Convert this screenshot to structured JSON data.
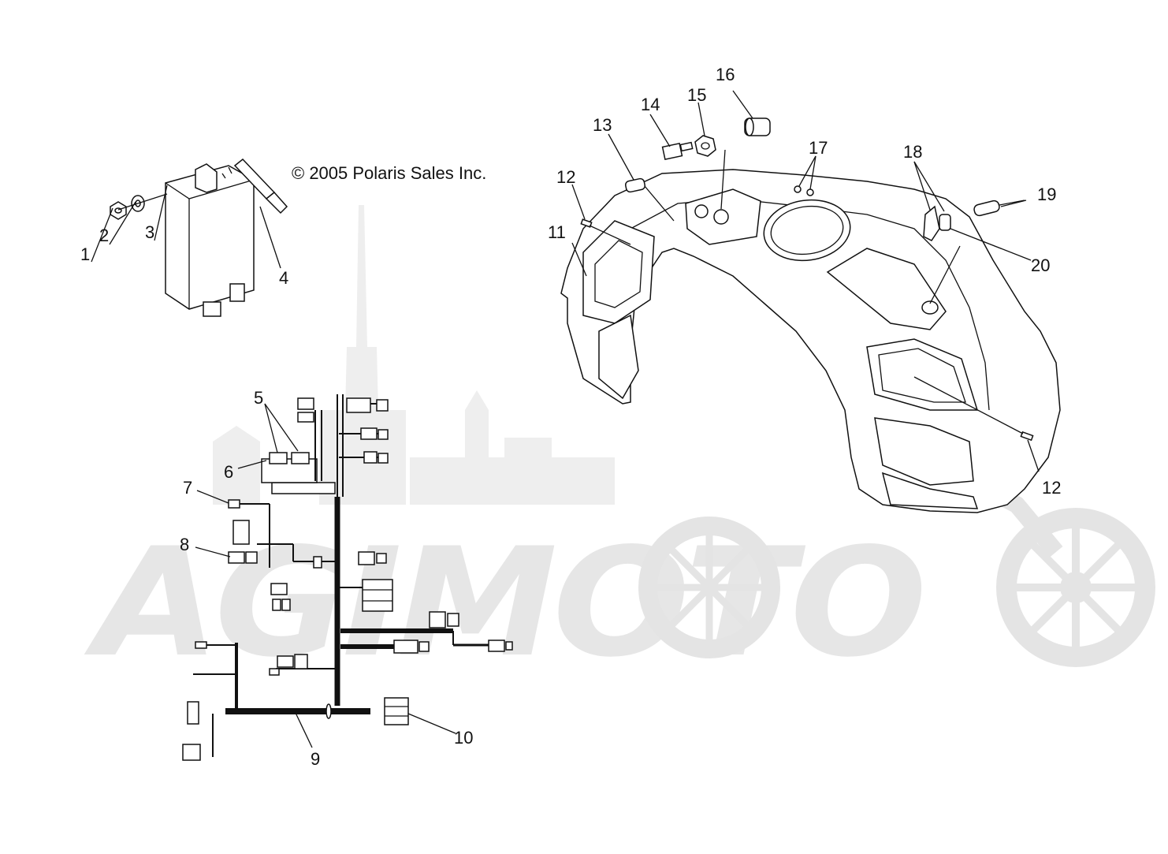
{
  "copyright": "© 2005 Polaris Sales Inc.",
  "watermark": {
    "text": "AGIMOTO",
    "color": "#e6e6e6"
  },
  "callouts": [
    {
      "id": "c1",
      "label": "1"
    },
    {
      "id": "c2",
      "label": "2"
    },
    {
      "id": "c3",
      "label": "3"
    },
    {
      "id": "c4",
      "label": "4"
    },
    {
      "id": "c5",
      "label": "5"
    },
    {
      "id": "c6",
      "label": "6"
    },
    {
      "id": "c7",
      "label": "7"
    },
    {
      "id": "c8",
      "label": "8"
    },
    {
      "id": "c9",
      "label": "9"
    },
    {
      "id": "c10",
      "label": "10"
    },
    {
      "id": "c11",
      "label": "11"
    },
    {
      "id": "c12a",
      "label": "12"
    },
    {
      "id": "c12b",
      "label": "12"
    },
    {
      "id": "c13",
      "label": "13"
    },
    {
      "id": "c14",
      "label": "14"
    },
    {
      "id": "c15",
      "label": "15"
    },
    {
      "id": "c16",
      "label": "16"
    },
    {
      "id": "c17",
      "label": "17"
    },
    {
      "id": "c18",
      "label": "18"
    },
    {
      "id": "c19",
      "label": "19"
    },
    {
      "id": "c20",
      "label": "20"
    }
  ]
}
